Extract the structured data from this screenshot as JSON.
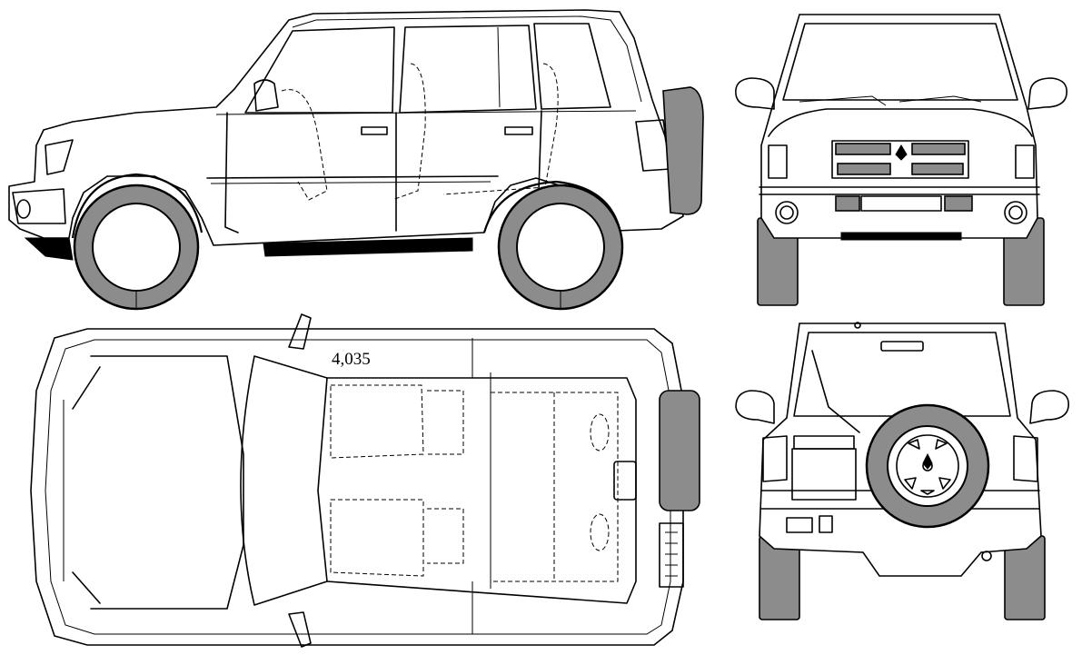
{
  "drawing": {
    "dimension_label": "4,035",
    "views": [
      "side",
      "front",
      "top",
      "rear"
    ]
  },
  "colors": {
    "line": "#000000",
    "tyre": "#8c8c8c",
    "background": "#ffffff"
  }
}
